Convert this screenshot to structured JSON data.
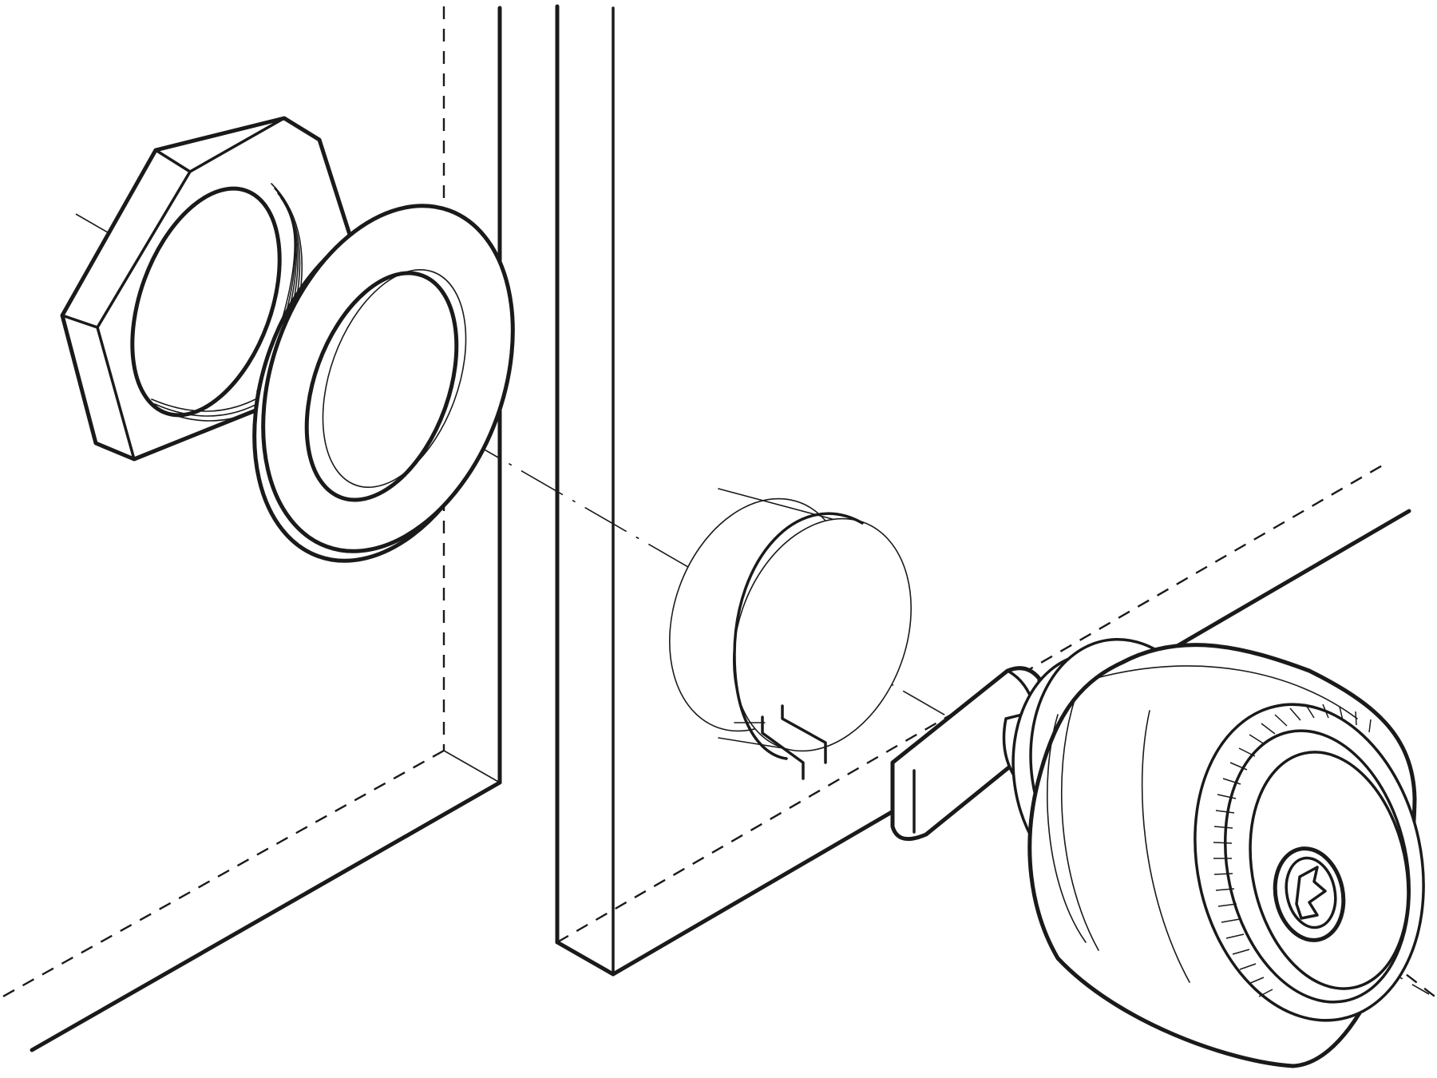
{
  "figure": {
    "description_name": "cam-lock-assembly-exploded-view",
    "line_color": "#1a1a1a",
    "background_color": "#ffffff",
    "components": [
      "hex-nut",
      "washer-ring",
      "mounting-bushing",
      "cam-arm",
      "lock-cylinder",
      "cabinet-panel-left",
      "cabinet-panel-right"
    ]
  }
}
